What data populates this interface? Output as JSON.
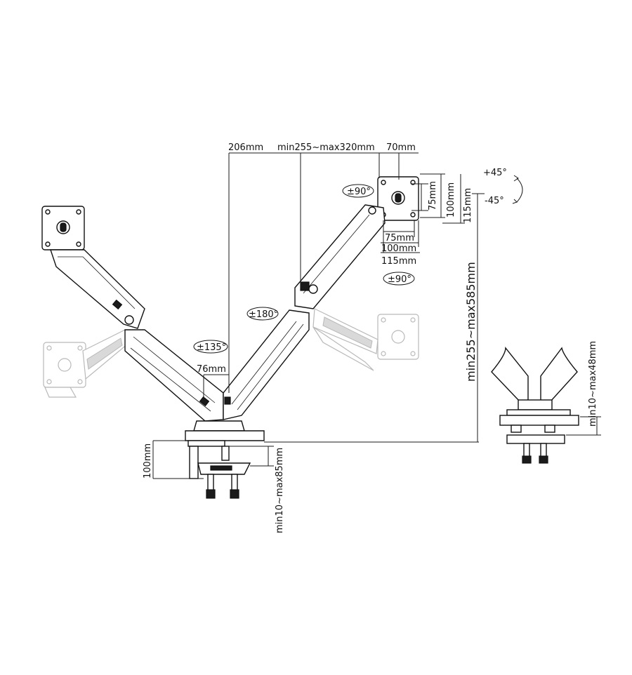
{
  "dimensions": {
    "arm_length_206": "206mm",
    "arm_range": "min255~max320mm",
    "offset_70": "70mm",
    "vesa_75_v": "75mm",
    "vesa_100_v": "100mm",
    "vesa_115_v": "115mm",
    "vesa_75_h": "75mm",
    "vesa_100_h": "100mm",
    "vesa_115_h": "115mm",
    "height_range": "min255~max585mm",
    "base_width": "76mm",
    "base_height": "100mm",
    "clamp_range": "min10~max85mm",
    "grommet_range": "min10~max48mm"
  },
  "rotations": {
    "top_swivel": "±90°",
    "bottom_swivel": "±90°",
    "elbow": "±180°",
    "base": "±135°",
    "tilt_up": "+45°",
    "tilt_down": "-45°"
  },
  "colors": {
    "line": "#1a1a1a",
    "ghost": "#b9b9b9",
    "background": "#ffffff"
  }
}
